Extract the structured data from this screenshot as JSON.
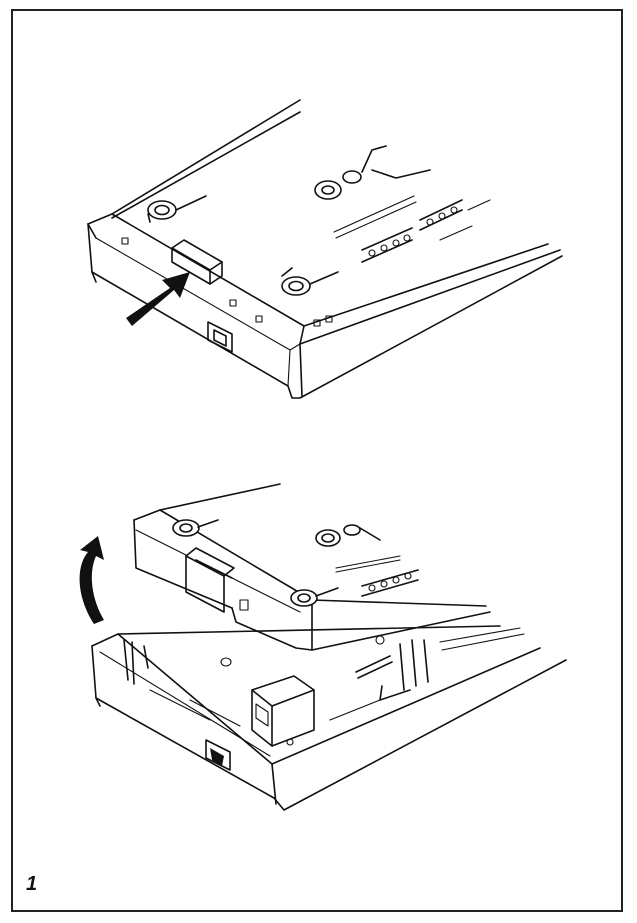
{
  "figure": {
    "number_label": "1",
    "steps": [
      {
        "id": "press-release-clip",
        "indicator": "straight-arrow-icon"
      },
      {
        "id": "lift-cover",
        "indicator": "curved-arrow-icon"
      }
    ]
  },
  "colors": {
    "line": "#111111",
    "background": "#ffffff",
    "frame": "#222222"
  }
}
